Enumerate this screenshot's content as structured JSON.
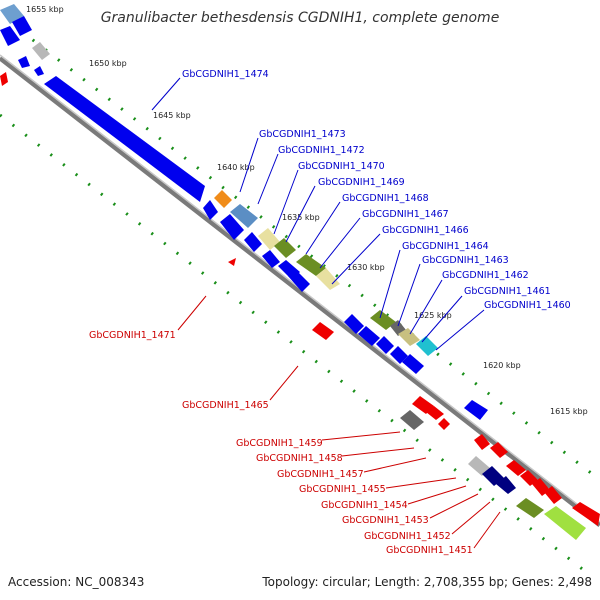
{
  "title": "Granulibacter bethesdensis CGDNIH1, complete genome",
  "footer": {
    "accession": "Accession: NC_008343",
    "topology": "Topology: circular; Length: 2,708,355 bp; Genes: 2,498"
  },
  "colors": {
    "forward": "#0000ee",
    "reverse": "#ee0000",
    "backbone": "#999999",
    "ticks": "#1a8f1a",
    "forward_label": "#0000cc",
    "reverse_label": "#cc0000"
  },
  "ticks": [
    "1655 kbp",
    "1650 kbp",
    "1645 kbp",
    "1640 kbp",
    "1635 kbp",
    "1630 kbp",
    "1625 kbp",
    "1620 kbp",
    "1615 kbp"
  ],
  "forward_genes": [
    "GbCGDNIH1_1474",
    "GbCGDNIH1_1473",
    "GbCGDNIH1_1472",
    "GbCGDNIH1_1470",
    "GbCGDNIH1_1469",
    "GbCGDNIH1_1468",
    "GbCGDNIH1_1467",
    "GbCGDNIH1_1466",
    "GbCGDNIH1_1464",
    "GbCGDNIH1_1463",
    "GbCGDNIH1_1462",
    "GbCGDNIH1_1461",
    "GbCGDNIH1_1460"
  ],
  "reverse_genes": [
    "GbCGDNIH1_1471",
    "GbCGDNIH1_1465",
    "GbCGDNIH1_1459",
    "GbCGDNIH1_1458",
    "GbCGDNIH1_1457",
    "GbCGDNIH1_1455",
    "GbCGDNIH1_1454",
    "GbCGDNIH1_1453",
    "GbCGDNIH1_1452",
    "GbCGDNIH1_1451"
  ]
}
